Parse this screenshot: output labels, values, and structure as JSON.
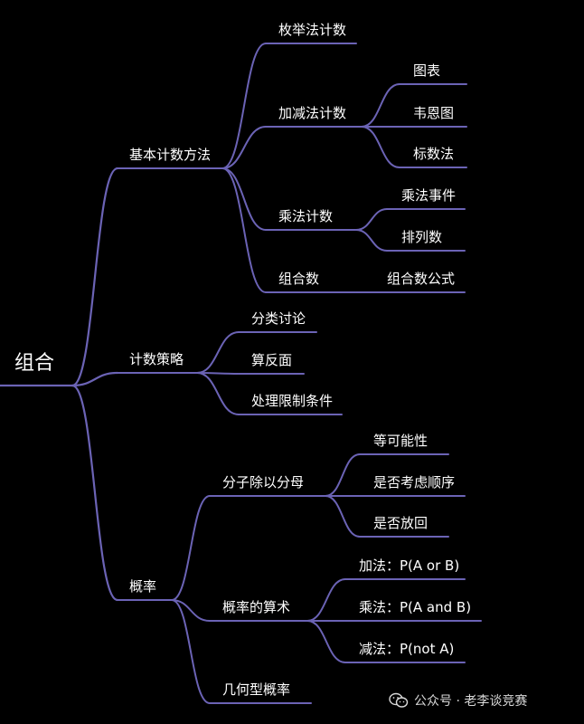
{
  "colors": {
    "background": "#000000",
    "line": "#6b63b5",
    "text": "#ffffff",
    "watermark": "#d8d8d8"
  },
  "mindmap": {
    "root": "组合",
    "branches": [
      {
        "label": "基本计数方法",
        "children": [
          {
            "label": "枚举法计数",
            "children": []
          },
          {
            "label": "加减法计数",
            "children": [
              {
                "label": "图表"
              },
              {
                "label": "韦恩图"
              },
              {
                "label": "标数法"
              }
            ]
          },
          {
            "label": "乘法计数",
            "children": [
              {
                "label": "乘法事件"
              },
              {
                "label": "排列数"
              }
            ]
          },
          {
            "label": "组合数",
            "children": [
              {
                "label": "组合数公式"
              }
            ]
          }
        ]
      },
      {
        "label": "计数策略",
        "children": [
          {
            "label": "分类讨论",
            "children": []
          },
          {
            "label": "算反面",
            "children": []
          },
          {
            "label": "处理限制条件",
            "children": []
          }
        ]
      },
      {
        "label": "概率",
        "children": [
          {
            "label": "分子除以分母",
            "children": [
              {
                "label": "等可能性"
              },
              {
                "label": "是否考虑顺序"
              },
              {
                "label": "是否放回"
              }
            ]
          },
          {
            "label": "概率的算术",
            "children": [
              {
                "label": "加法：P(A or B)"
              },
              {
                "label": "乘法：P(A and B)"
              },
              {
                "label": "减法：P(not A)"
              }
            ]
          },
          {
            "label": "几何型概率",
            "children": []
          }
        ]
      }
    ]
  },
  "watermark": {
    "icon": "wechat-icon",
    "text": "公众号 · 老李谈竞赛"
  }
}
